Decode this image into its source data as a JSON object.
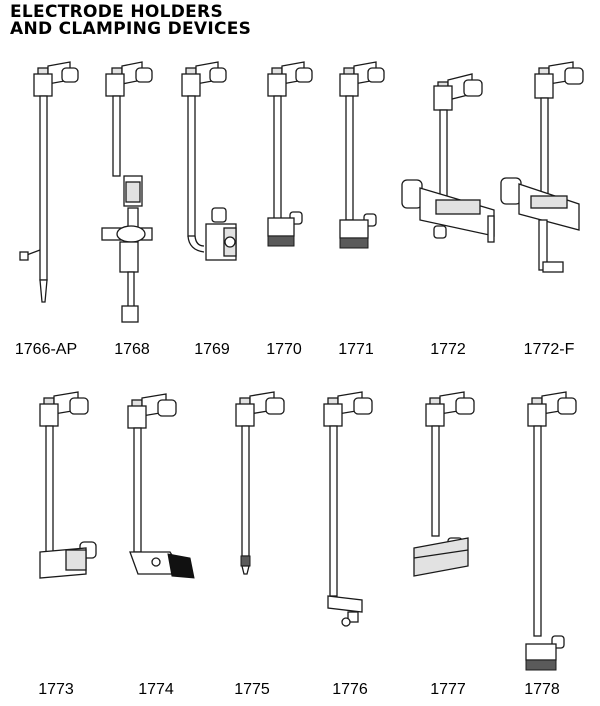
{
  "title": {
    "line1": "ELECTRODE HOLDERS",
    "line2": "AND CLAMPING DEVICES"
  },
  "products": [
    {
      "model": "1766-AP"
    },
    {
      "model": "1768"
    },
    {
      "model": "1769"
    },
    {
      "model": "1770"
    },
    {
      "model": "1771"
    },
    {
      "model": "1772"
    },
    {
      "model": "1772-F"
    },
    {
      "model": "1773"
    },
    {
      "model": "1774"
    },
    {
      "model": "1775"
    },
    {
      "model": "1776"
    },
    {
      "model": "1777"
    },
    {
      "model": "1778"
    }
  ]
}
